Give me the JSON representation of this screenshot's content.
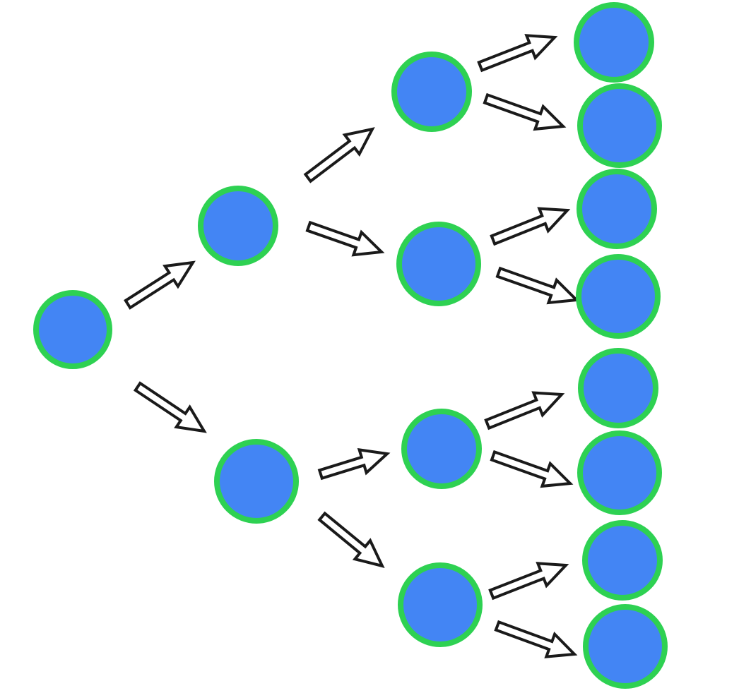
{
  "diagram": {
    "type": "binary-tree",
    "colors": {
      "node_fill": "#4385f4",
      "node_stroke": "#2ed152",
      "arrow_fill": "#ffffff",
      "arrow_stroke": "#1a1a1a",
      "background": "#ffffff"
    },
    "nodes": [
      {
        "id": "n0",
        "level": 0
      },
      {
        "id": "n1",
        "level": 1
      },
      {
        "id": "n2",
        "level": 1
      },
      {
        "id": "n3",
        "level": 2
      },
      {
        "id": "n4",
        "level": 2
      },
      {
        "id": "n5",
        "level": 2
      },
      {
        "id": "n6",
        "level": 2
      },
      {
        "id": "n7",
        "level": 3
      },
      {
        "id": "n8",
        "level": 3
      },
      {
        "id": "n9",
        "level": 3
      },
      {
        "id": "n10",
        "level": 3
      },
      {
        "id": "n11",
        "level": 3
      },
      {
        "id": "n12",
        "level": 3
      },
      {
        "id": "n13",
        "level": 3
      },
      {
        "id": "n14",
        "level": 3
      }
    ],
    "edges": [
      {
        "from": "n0",
        "to": "n1"
      },
      {
        "from": "n0",
        "to": "n2"
      },
      {
        "from": "n1",
        "to": "n3"
      },
      {
        "from": "n1",
        "to": "n4"
      },
      {
        "from": "n2",
        "to": "n5"
      },
      {
        "from": "n2",
        "to": "n6"
      },
      {
        "from": "n3",
        "to": "n7"
      },
      {
        "from": "n3",
        "to": "n8"
      },
      {
        "from": "n4",
        "to": "n9"
      },
      {
        "from": "n4",
        "to": "n10"
      },
      {
        "from": "n5",
        "to": "n11"
      },
      {
        "from": "n5",
        "to": "n12"
      },
      {
        "from": "n6",
        "to": "n13"
      },
      {
        "from": "n6",
        "to": "n14"
      }
    ],
    "arrow_icon": "block-arrow-icon",
    "node_icon": "circle-node-icon"
  }
}
